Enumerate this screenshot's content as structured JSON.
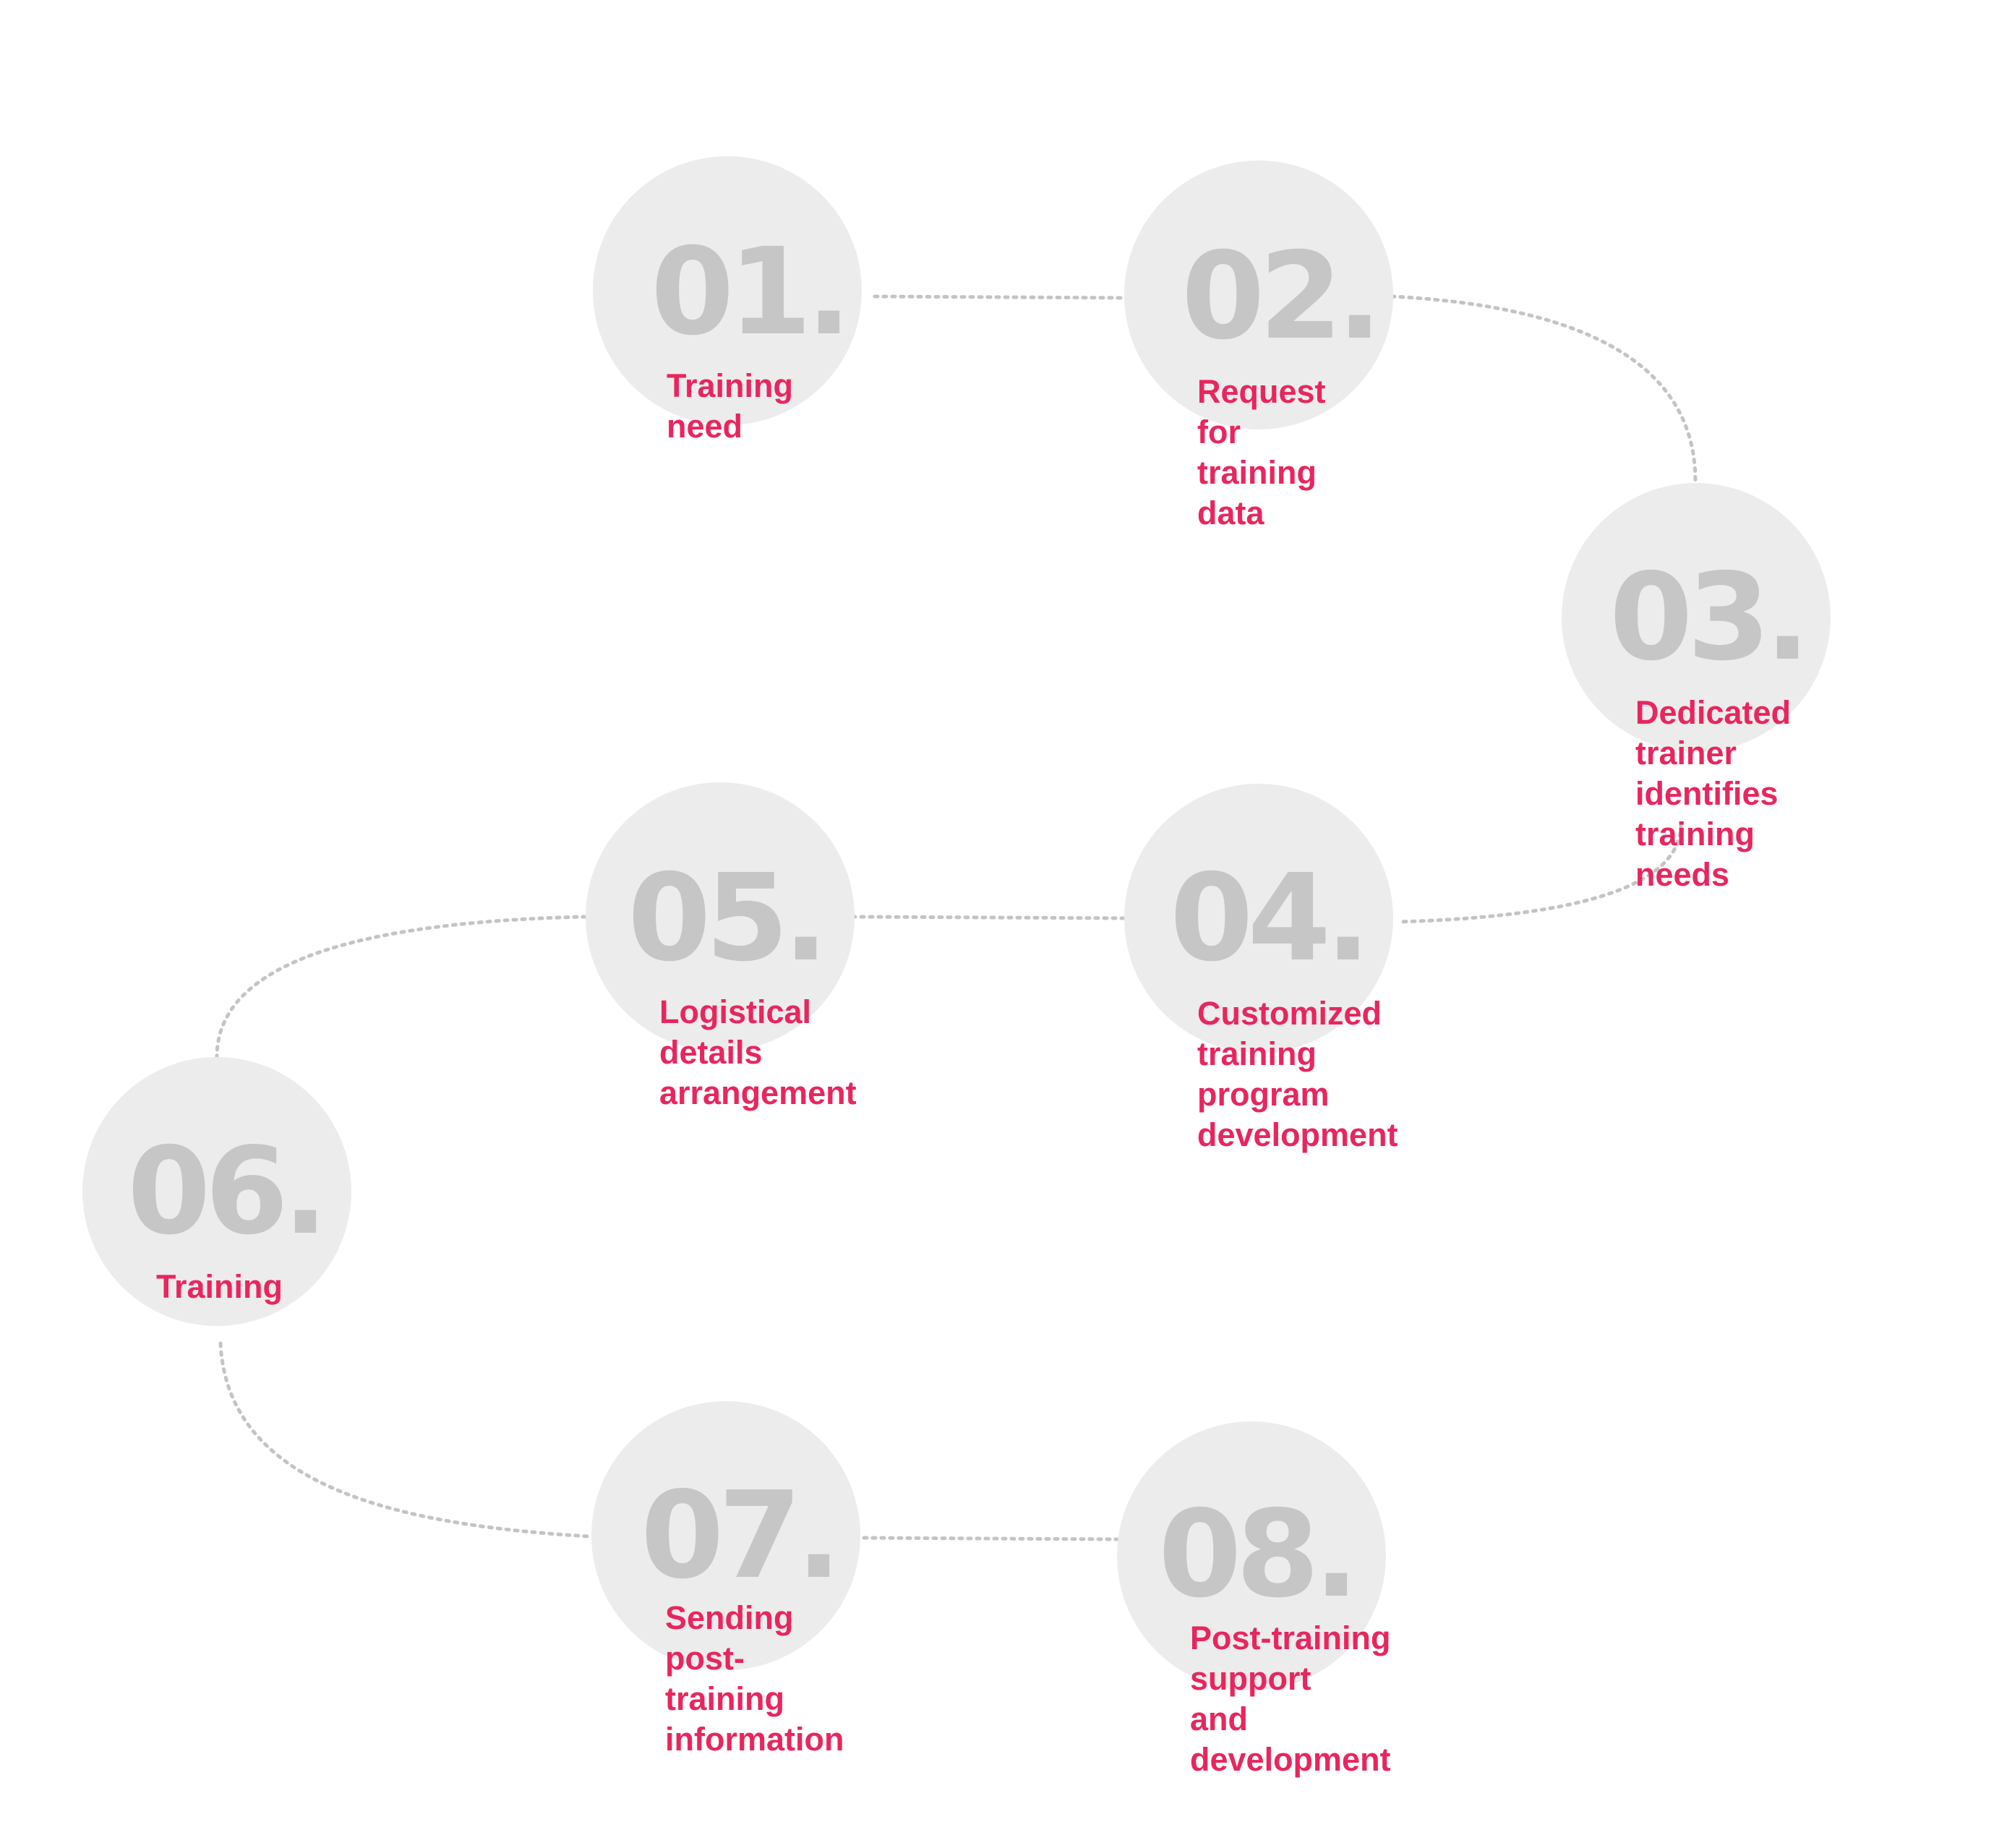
{
  "steps": [
    {
      "number": "01.",
      "label": "Training need"
    },
    {
      "number": "02.",
      "label": "Request for\ntraining data"
    },
    {
      "number": "03.",
      "label": "Dedicated trainer\nidentifies training\nneeds"
    },
    {
      "number": "04.",
      "label": "Customized training\nprogram development"
    },
    {
      "number": "05.",
      "label": "Logistical details\narrangement"
    },
    {
      "number": "06.",
      "label": "Training"
    },
    {
      "number": "07.",
      "label": "Sending\npost-training\ninformation"
    },
    {
      "number": "08.",
      "label": "Post-training\nsupport\nand development"
    }
  ],
  "colors": {
    "circle": "#ececec",
    "number": "#c6c6c6",
    "label": "#e8265e",
    "connector": "#c4c4c4"
  }
}
